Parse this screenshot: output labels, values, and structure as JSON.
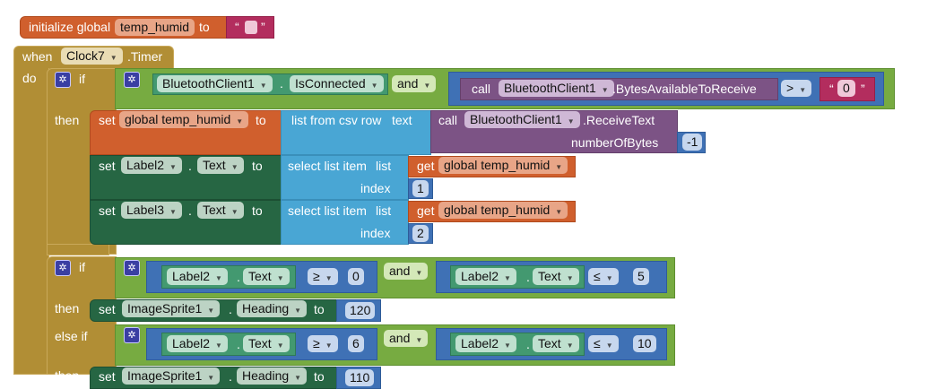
{
  "init": {
    "label": "initialize global",
    "var": "temp_humid",
    "to": "to",
    "open_quote": "“",
    "close_quote": "”"
  },
  "event": {
    "when": "when",
    "component": "Clock7",
    "event": ".Timer",
    "do": "do"
  },
  "if1": {
    "if": "if",
    "then": "then",
    "cond_component": "BluetoothClient1",
    "dot": ".",
    "cond_prop": "IsConnected",
    "and": "and",
    "call": "call",
    "call_component": "BluetoothClient1",
    "call_method": ".BytesAvailableToReceive",
    "op": ">",
    "value": "0"
  },
  "set1": {
    "set": "set",
    "var": "global temp_humid",
    "to": "to",
    "list_csv": "list from csv row",
    "text": "text",
    "call": "call",
    "component": "BluetoothClient1",
    "method": ".ReceiveText",
    "param": "numberOfBytes",
    "param_value": "-1"
  },
  "set2": {
    "set": "set",
    "component": "Label2",
    "dot": ".",
    "prop": "Text",
    "to": "to",
    "select": "select list item",
    "list": "list",
    "get": "get",
    "var": "global temp_humid",
    "index": "index",
    "index_value": "1"
  },
  "set3": {
    "set": "set",
    "component": "Label3",
    "dot": ".",
    "prop": "Text",
    "to": "to",
    "select": "select list item",
    "list": "list",
    "get": "get",
    "var": "global temp_humid",
    "index": "index",
    "index_value": "2"
  },
  "if2": {
    "if": "if",
    "then": "then",
    "else_if": "else if",
    "then2": "then",
    "c1": {
      "component": "Label2",
      "prop": "Text",
      "op": "≥",
      "value": "0"
    },
    "c2": {
      "component": "Label2",
      "prop": "Text",
      "op": "≤",
      "value": "5"
    },
    "c3": {
      "component": "Label2",
      "prop": "Text",
      "op": "≥",
      "value": "6"
    },
    "c4": {
      "component": "Label2",
      "prop": "Text",
      "op": "≤",
      "value": "10"
    },
    "and": "and",
    "dot": ".",
    "set_a": {
      "set": "set",
      "component": "ImageSprite1",
      "prop": "Heading",
      "to": "to",
      "value": "120"
    },
    "set_b": {
      "set": "set",
      "component": "ImageSprite1",
      "prop": "Heading",
      "to": "to",
      "value": "110"
    }
  }
}
